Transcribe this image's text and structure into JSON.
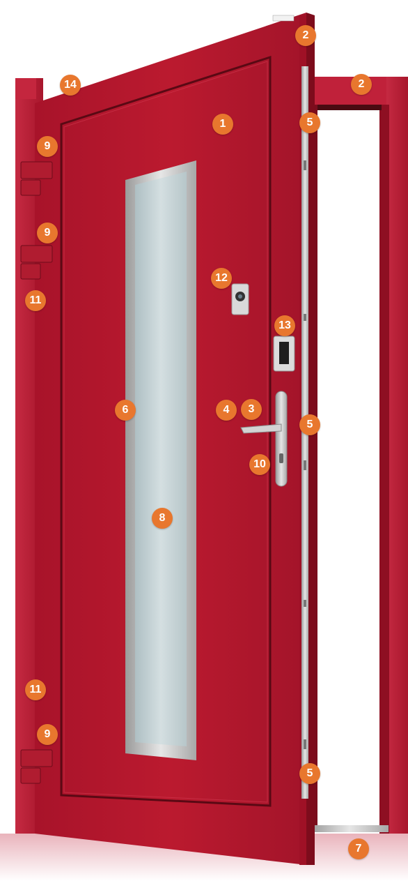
{
  "colors": {
    "door_red": "#b8172c",
    "frame_red": "#c0213a",
    "marker_orange": "#e8772e",
    "glass": "#c7d3d6",
    "aluminium": "#c8c8c8"
  },
  "markers": [
    {
      "id": "m1",
      "label": "1"
    },
    {
      "id": "m2a",
      "label": "2"
    },
    {
      "id": "m2b",
      "label": "2"
    },
    {
      "id": "m3",
      "label": "3"
    },
    {
      "id": "m4",
      "label": "4"
    },
    {
      "id": "m5a",
      "label": "5"
    },
    {
      "id": "m5b",
      "label": "5"
    },
    {
      "id": "m5c",
      "label": "5"
    },
    {
      "id": "m6",
      "label": "6"
    },
    {
      "id": "m7",
      "label": "7"
    },
    {
      "id": "m8",
      "label": "8"
    },
    {
      "id": "m9a",
      "label": "9"
    },
    {
      "id": "m9b",
      "label": "9"
    },
    {
      "id": "m9c",
      "label": "9"
    },
    {
      "id": "m10",
      "label": "10"
    },
    {
      "id": "m11a",
      "label": "11"
    },
    {
      "id": "m11b",
      "label": "11"
    },
    {
      "id": "m12",
      "label": "12"
    },
    {
      "id": "m13",
      "label": "13"
    },
    {
      "id": "m14",
      "label": "14"
    }
  ]
}
